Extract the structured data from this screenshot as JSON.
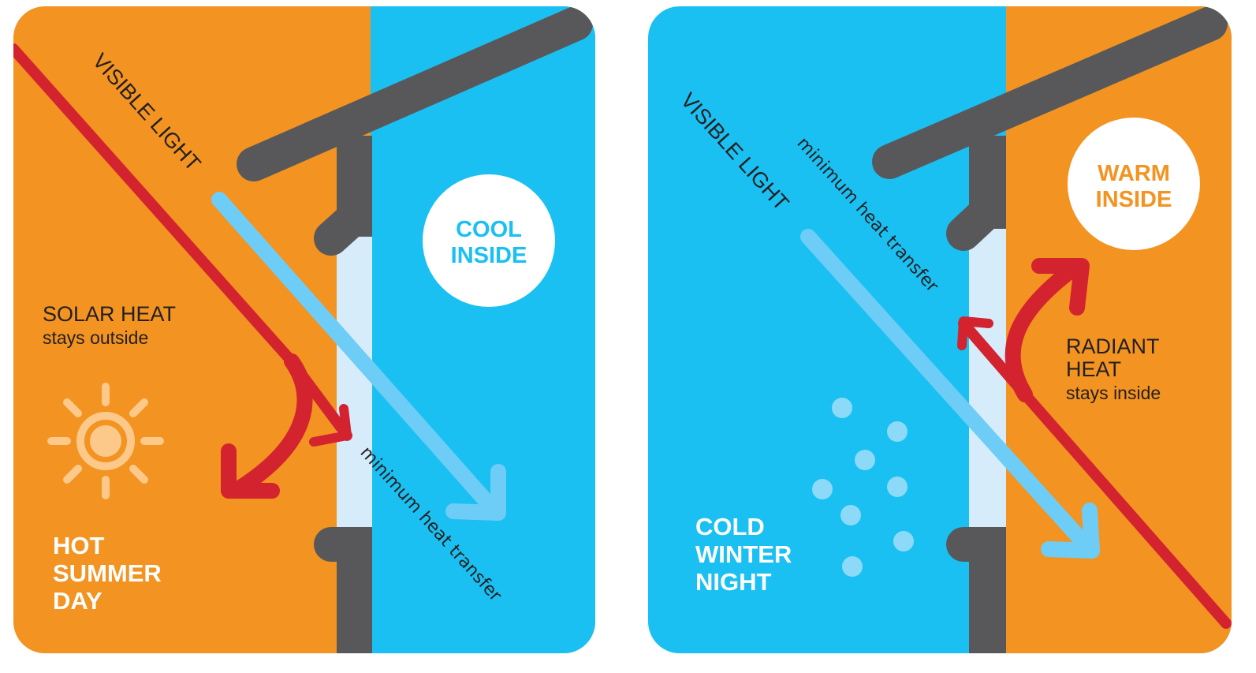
{
  "colors": {
    "orange": "#f39321",
    "blue": "#1ac0f2",
    "frame_gray": "#58585a",
    "glass": "#d6ecfb",
    "heat_red": "#d3232f",
    "light_beam": "#6dcdf6",
    "sun": "#fcc98a",
    "snow": "#8ddaf8",
    "dark_text": "#231f20",
    "white": "#ffffff"
  },
  "summer_panel": {
    "visible_light": "VISIBLE LIGHT",
    "solar_heat_title": "SOLAR HEAT",
    "solar_heat_sub": "stays outside",
    "badge_line1": "COOL",
    "badge_line2": "INSIDE",
    "minimum_heat_transfer": "minimum heat transfer",
    "caption_line1": "HOT",
    "caption_line2": "SUMMER",
    "caption_line3": "DAY",
    "sun_icon": "sun-icon"
  },
  "winter_panel": {
    "visible_light": "VISIBLE LIGHT",
    "minimum_heat_transfer": "minimum heat transfer",
    "badge_line1": "WARM",
    "badge_line2": "INSIDE",
    "radiant_heat_line1": "RADIANT",
    "radiant_heat_line2": "HEAT",
    "radiant_heat_sub": "stays inside",
    "caption_line1": "COLD",
    "caption_line2": "WINTER",
    "caption_line3": "NIGHT",
    "snow_icon": "snowflakes-icon"
  }
}
